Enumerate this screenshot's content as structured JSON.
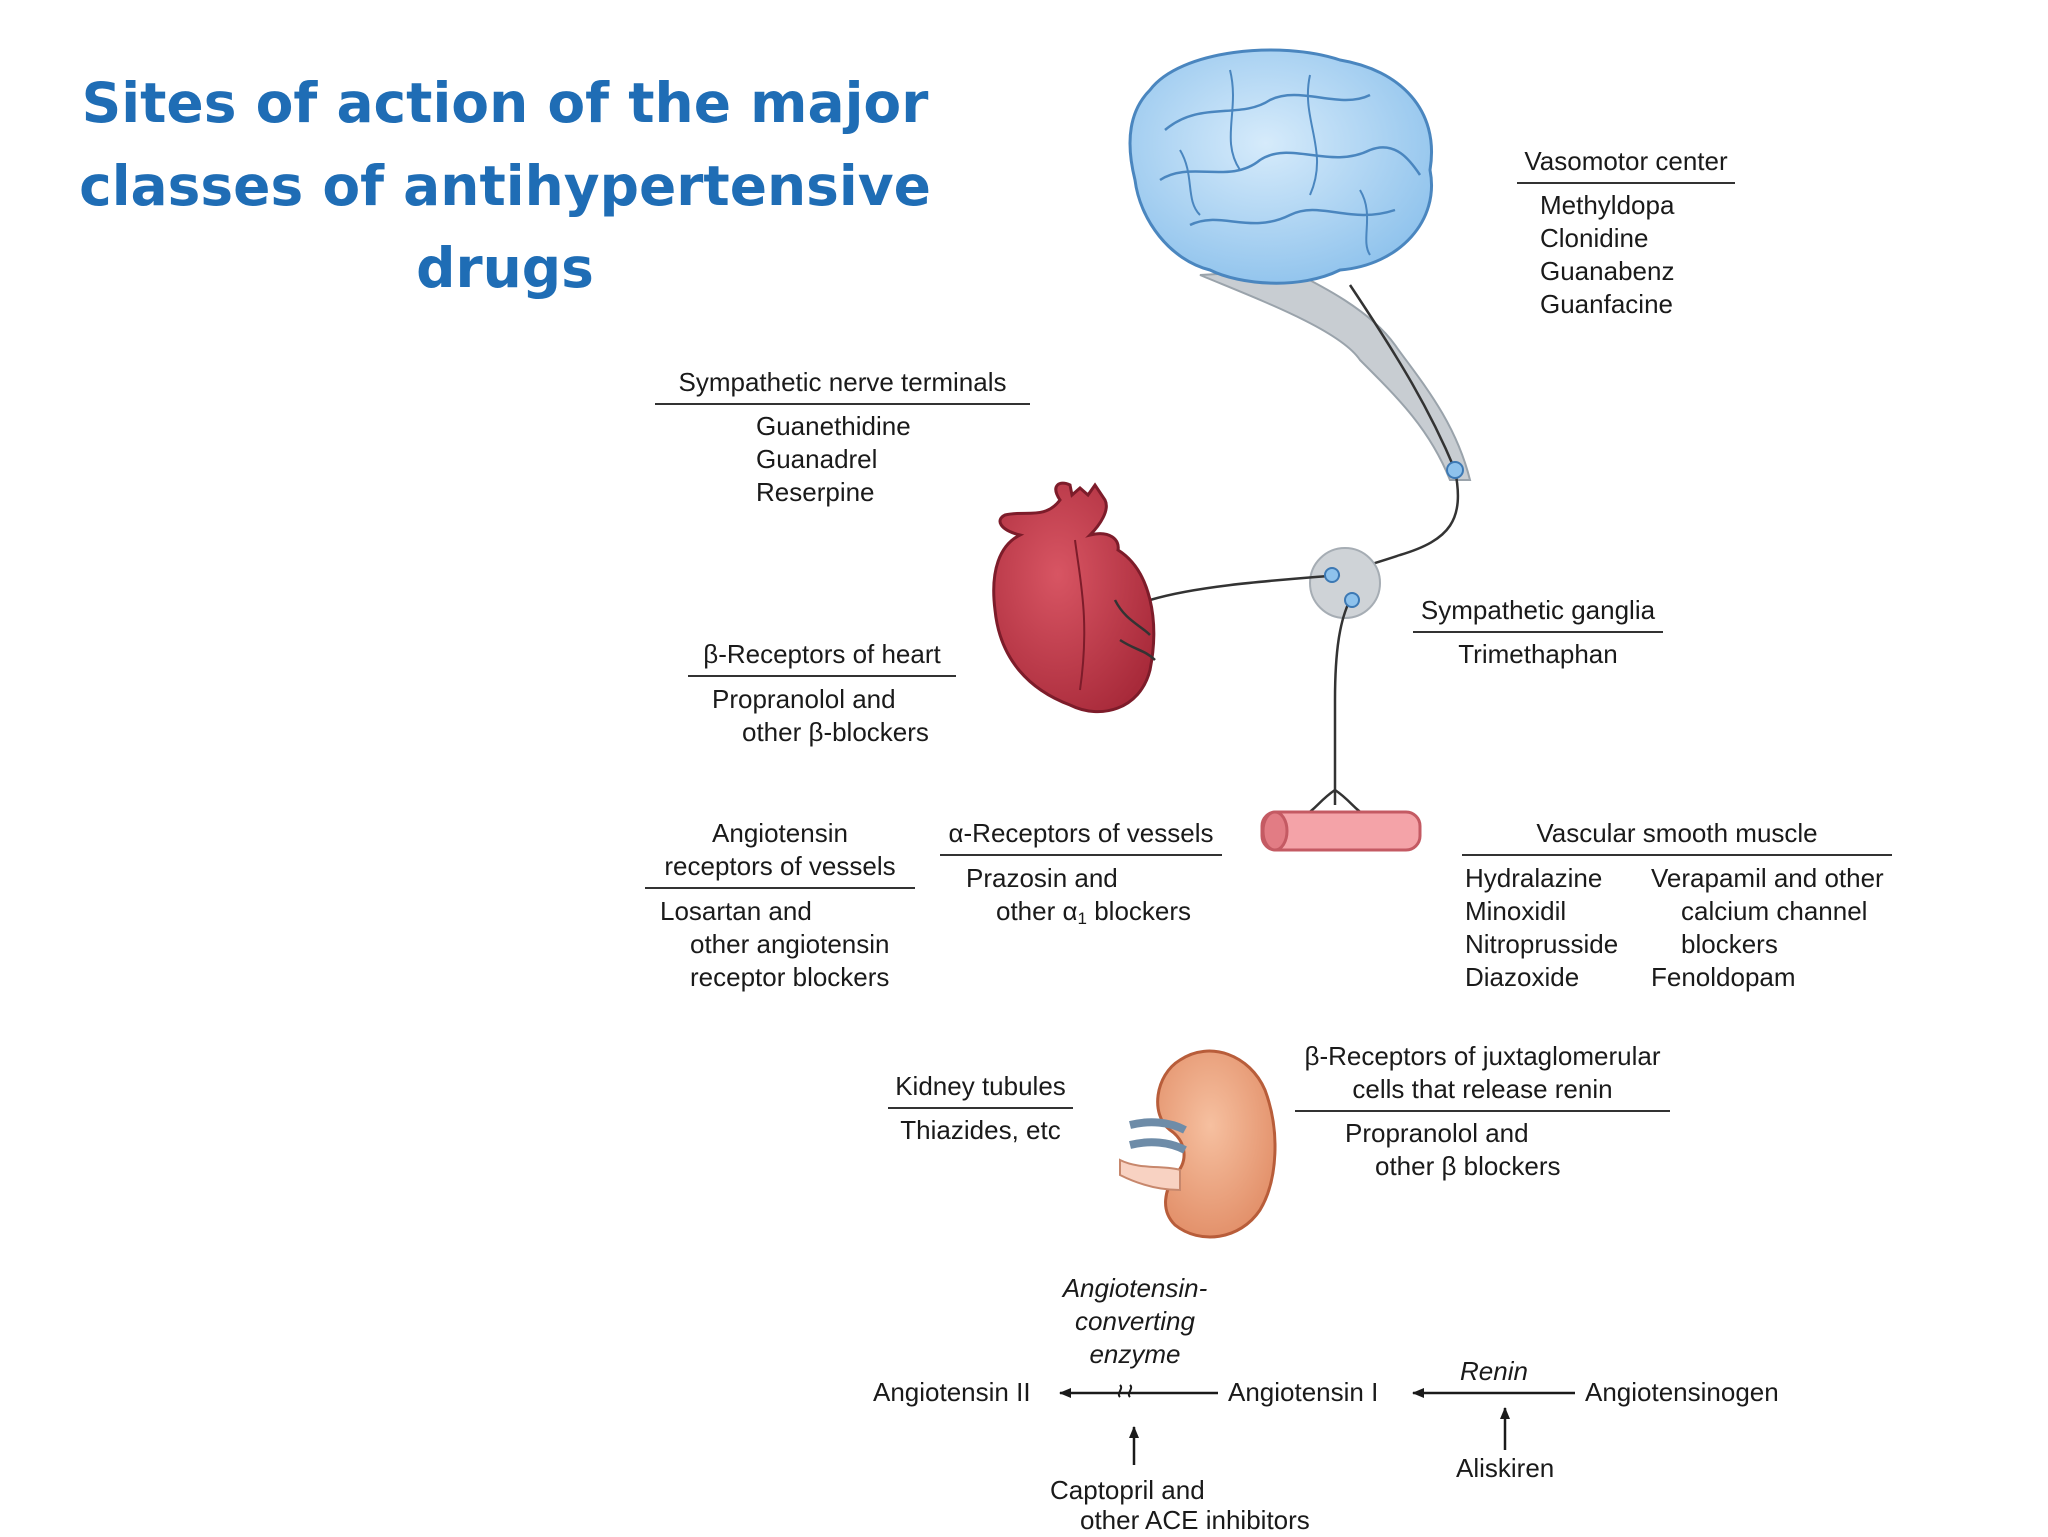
{
  "title": {
    "line1": "Sites of action of the major",
    "line2": "classes of antihypertensive drugs"
  },
  "sites": {
    "vasomotor": {
      "header": "Vasomotor center",
      "drugs": [
        "Methyldopa",
        "Clonidine",
        "Guanabenz",
        "Guanfacine"
      ]
    },
    "nerve_terminals": {
      "header": "Sympathetic nerve terminals",
      "drugs": [
        "Guanethidine",
        "Guanadrel",
        "Reserpine"
      ]
    },
    "ganglia": {
      "header": "Sympathetic ganglia",
      "drugs": [
        "Trimethaphan"
      ]
    },
    "beta_heart": {
      "header": "β-Receptors of heart",
      "drug_line1": "Propranolol and",
      "drug_line2": "other β-blockers"
    },
    "angiotensin_receptors": {
      "header_line1": "Angiotensin",
      "header_line2": "receptors of vessels",
      "drug_line1": "Losartan and",
      "drug_line2": "other angiotensin",
      "drug_line3": "receptor blockers"
    },
    "alpha_vessels": {
      "header": "α-Receptors of vessels",
      "drug_line1": "Prazosin and",
      "drug_line2_pre": "other α",
      "drug_line2_sub": "1",
      "drug_line2_post": " blockers"
    },
    "smooth_muscle": {
      "header": "Vascular smooth muscle",
      "col1": [
        "Hydralazine",
        "Minoxidil",
        "Nitroprusside",
        "Diazoxide"
      ],
      "col2": [
        "Verapamil and other",
        "calcium channel",
        "blockers",
        "Fenoldopam"
      ]
    },
    "kidney_tubules": {
      "header": "Kidney tubules",
      "drugs": [
        "Thiazides, etc"
      ]
    },
    "juxtaglomerular": {
      "header_line1": "β-Receptors of juxtaglomerular",
      "header_line2": "cells that release renin",
      "drug_line1": "Propranolol and",
      "drug_line2": "other β blockers"
    }
  },
  "raas": {
    "ace_line1": "Angiotensin-",
    "ace_line2": "converting",
    "ace_line3": "enzyme",
    "angiotensin_ii": "Angiotensin II",
    "angiotensin_i": "Angiotensin I",
    "renin": "Renin",
    "angiotensinogen": "Angiotensinogen",
    "ace_inhibitor_line1": "Captopril and",
    "ace_inhibitor_line2": "other ACE inhibitors",
    "renin_inhibitor": "Aliskiren"
  },
  "colors": {
    "title": "#1f6db5",
    "brain": "#a9d1f2",
    "heart": "#c23a4a",
    "vessel": "#f4a3a8",
    "kidney": "#eea17f"
  }
}
